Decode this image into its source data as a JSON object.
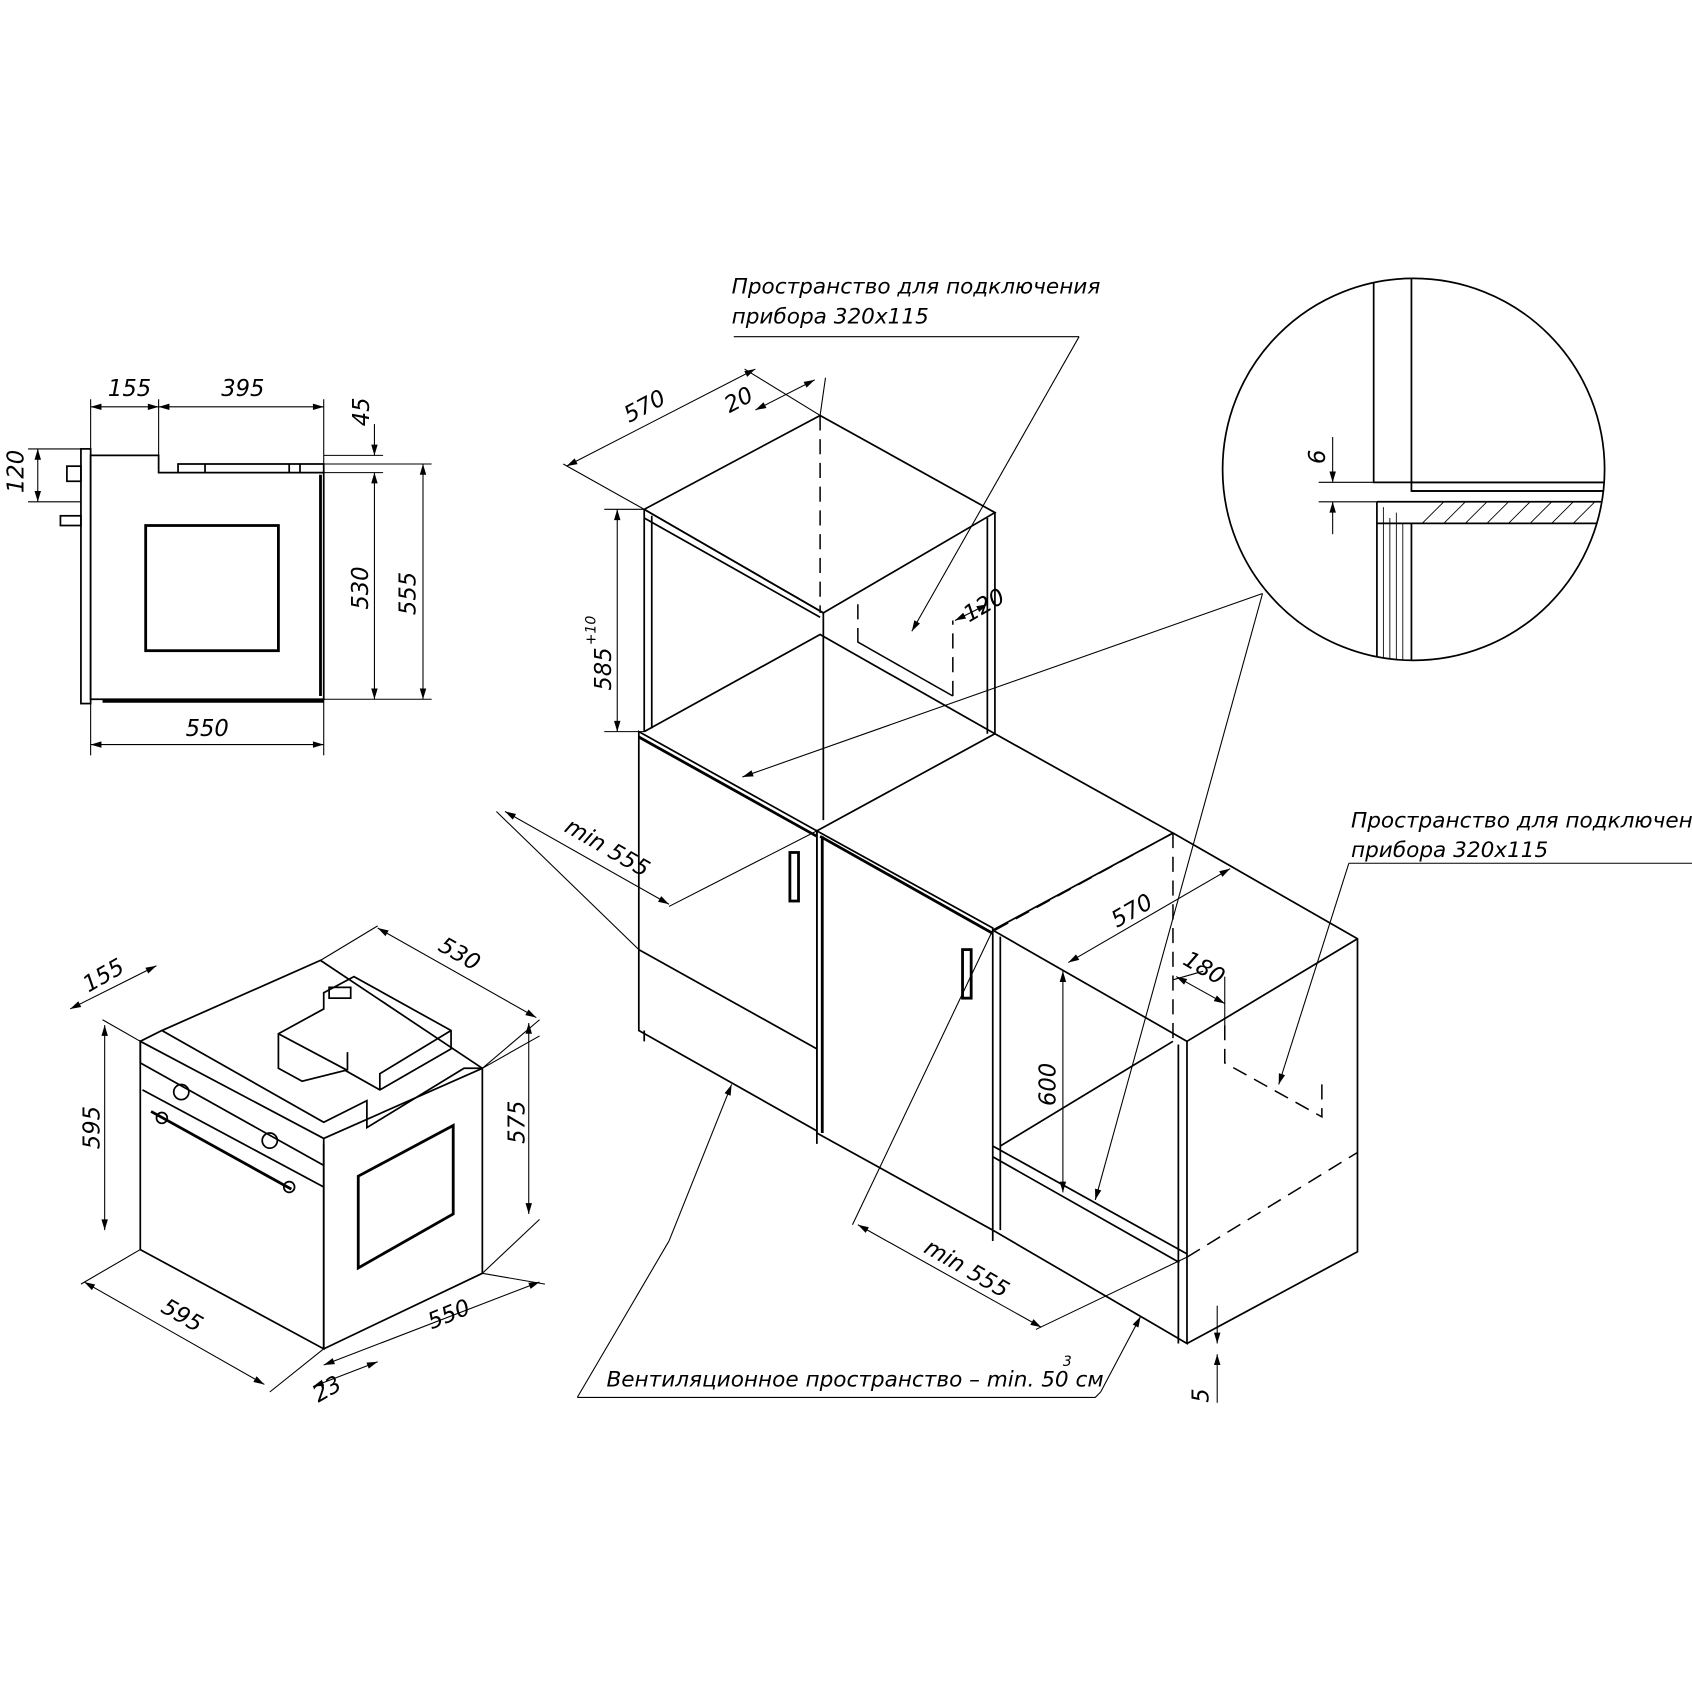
{
  "side_view": {
    "dims": {
      "d155": "155",
      "d395": "395",
      "d45": "45",
      "d120": "120",
      "d530": "530",
      "d555": "555",
      "d550": "550"
    }
  },
  "iso_oven": {
    "dims": {
      "d530": "530",
      "d155": "155",
      "d595_h": "595",
      "d575": "575",
      "d595_w": "595",
      "d550": "550",
      "d23": "23"
    }
  },
  "cabinet": {
    "dims": {
      "d570_top": "570",
      "d20": "20",
      "d585": "585",
      "d585_tol": "+10",
      "d120": "120",
      "min555_left": "min 555",
      "d570_right": "570",
      "d180": "180",
      "d600": "600",
      "min555_right": "min 555",
      "d5": "5"
    },
    "note_top": {
      "line1": "Пространство для подключения",
      "line2": "прибора 320x115"
    },
    "note_right": {
      "line1": "Пространство для подключения",
      "line2": "прибора 320x115"
    },
    "ventilation": {
      "text": "Вентиляционное пространство – min. 50 см",
      "sup": "3"
    }
  },
  "detail": {
    "d6": "6"
  }
}
